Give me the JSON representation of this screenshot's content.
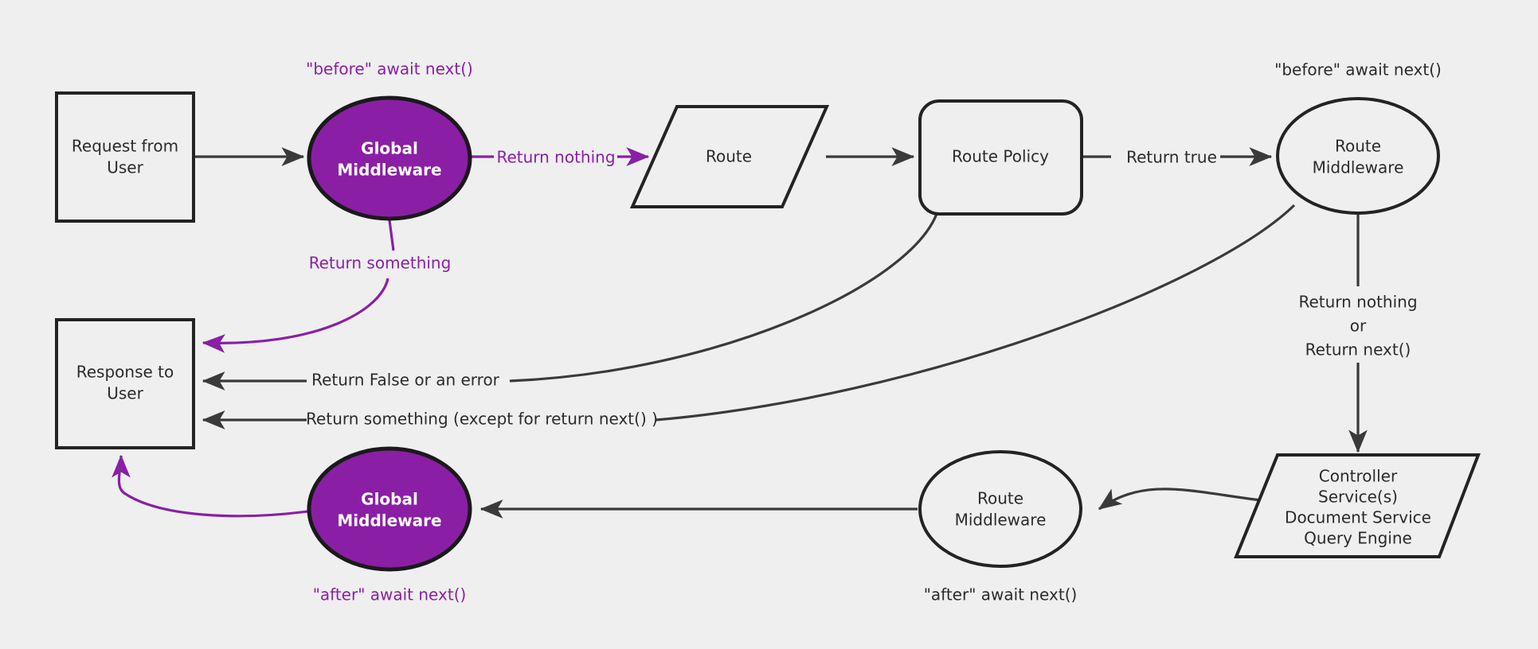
{
  "diagram": {
    "title": "Request/Response middleware pipeline",
    "background_color": "#efefef",
    "accent_color": "#8A1FA5",
    "line_color": "#3a3a3a",
    "text_color": "#2b2b2b"
  },
  "nodes": {
    "request_from_user": {
      "line1": "Request from",
      "line2": "User",
      "shape": "rectangle"
    },
    "global_middleware_before": {
      "line1": "Global",
      "line2": "Middleware",
      "shape": "ellipse",
      "fill": "#8A1FA5"
    },
    "route": {
      "line1": "Route",
      "shape": "parallelogram"
    },
    "route_policy": {
      "line1": "Route Policy",
      "shape": "rounded-rectangle"
    },
    "route_middleware_before": {
      "line1": "Route",
      "line2": "Middleware",
      "shape": "ellipse"
    },
    "controller_services": {
      "line1": "Controller",
      "line2": "Service(s)",
      "line3": "Document Service",
      "line4": "Query Engine",
      "shape": "parallelogram"
    },
    "route_middleware_after": {
      "line1": "Route",
      "line2": "Middleware",
      "shape": "ellipse"
    },
    "global_middleware_after": {
      "line1": "Global",
      "line2": "Middleware",
      "shape": "ellipse",
      "fill": "#8A1FA5"
    },
    "response_to_user": {
      "line1": "Response to",
      "line2": "User",
      "shape": "rectangle"
    }
  },
  "annotations": {
    "before_await_next_global": "\"before\" await next()",
    "before_await_next_route": "\"before\" await next()",
    "after_await_next_global": "\"after\" await next()",
    "after_await_next_route": "\"after\" await next()"
  },
  "edge_labels": {
    "return_nothing": "Return nothing",
    "return_something_global": "Return something",
    "return_true": "Return true",
    "return_false_or_error": "Return False or an error",
    "return_something_except_next": "Return something (except for return next() )",
    "route_mw_return_line1": "Return nothing",
    "route_mw_return_line2": "or",
    "route_mw_return_line3": "Return next()"
  }
}
